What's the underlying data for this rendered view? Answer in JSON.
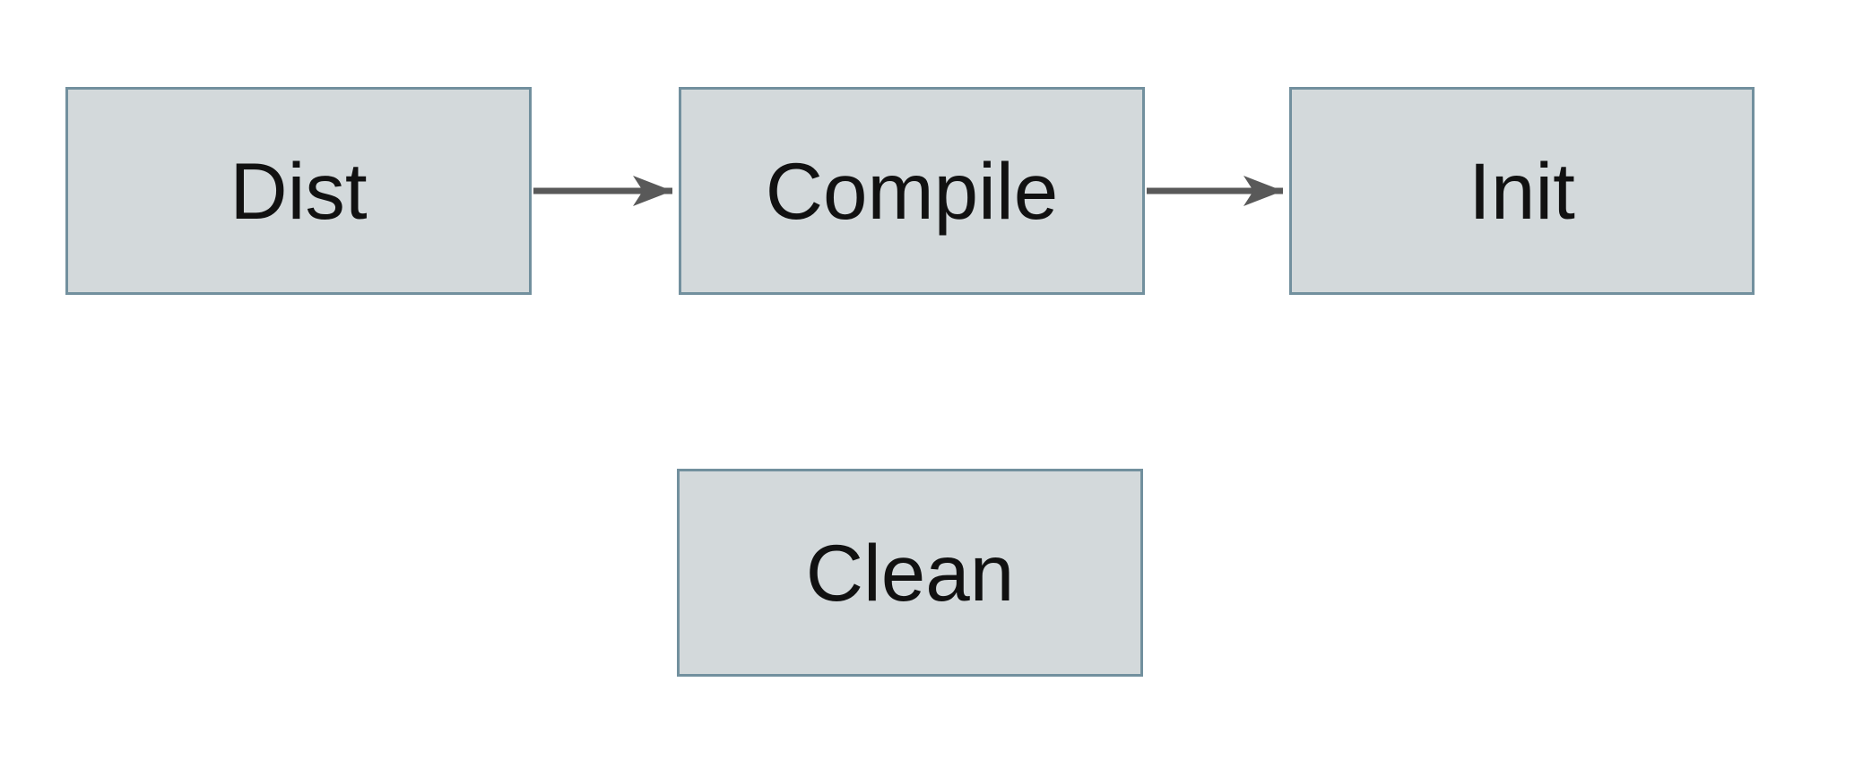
{
  "diagram": {
    "nodes": [
      {
        "id": "dist",
        "label": "Dist"
      },
      {
        "id": "compile",
        "label": "Compile"
      },
      {
        "id": "init",
        "label": "Init"
      },
      {
        "id": "clean",
        "label": "Clean"
      }
    ],
    "edges": [
      {
        "from": "dist",
        "to": "compile",
        "direction": "right"
      },
      {
        "from": "compile",
        "to": "init",
        "direction": "right"
      }
    ],
    "colors": {
      "background": "#ffffff",
      "node_fill": "#d3d9db",
      "node_border": "#72909e",
      "arrow": "#595959",
      "text": "#111111"
    }
  }
}
